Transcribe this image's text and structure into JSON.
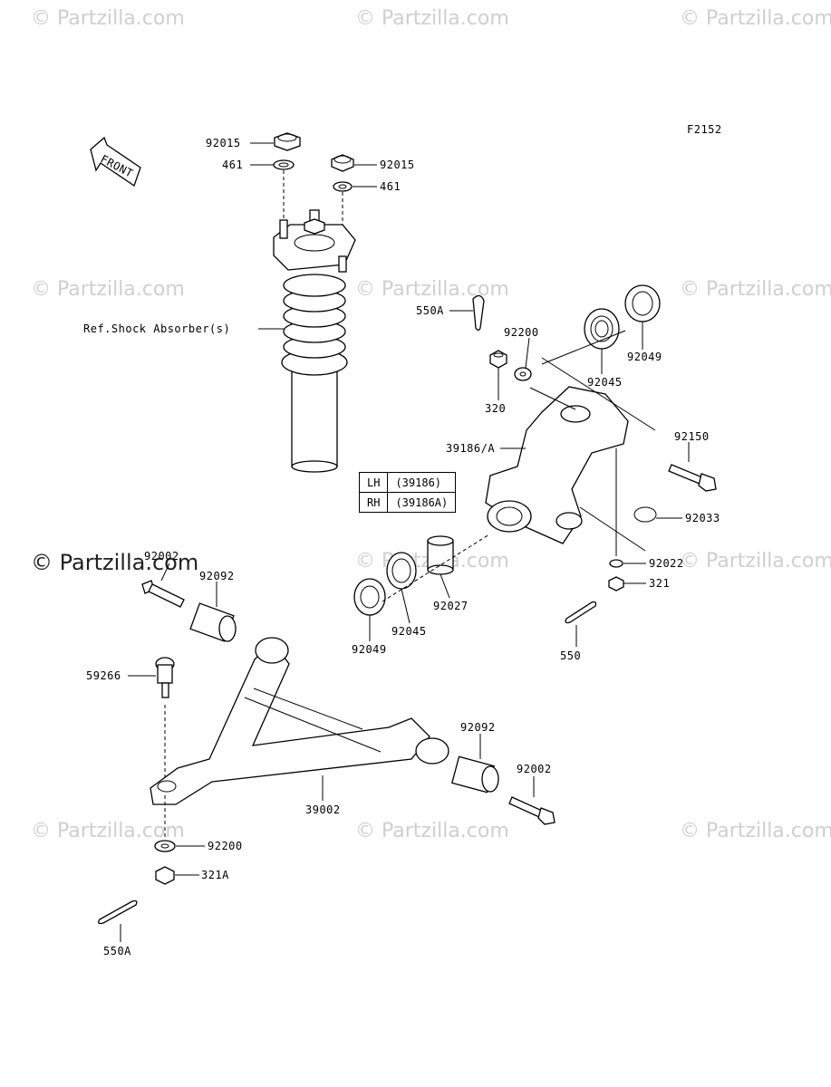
{
  "diagram_code": "F2152",
  "front_label": "FRONT",
  "ref_label": "Ref.Shock Absorber(s)",
  "watermark": "© Partzilla.com",
  "callouts": {
    "c92015_a": "92015",
    "c461_a": "461",
    "c92015_b": "92015",
    "c461_b": "461",
    "c550A_top": "550A",
    "c92200_top": "92200",
    "c320": "320",
    "c92045_top": "92045",
    "c92049_top": "92049",
    "c39186": "39186/A",
    "c92150": "92150",
    "c92033": "92033",
    "c92022": "92022",
    "c321": "321",
    "c550": "550",
    "c92027": "92027",
    "c92045_bot": "92045",
    "c92049_bot": "92049",
    "c92002_top": "92002",
    "c92092_top": "92092",
    "c59266": "59266",
    "c92092_bot": "92092",
    "c92002_bot": "92002",
    "c39002": "39002",
    "c92200_bot": "92200",
    "c321A": "321A",
    "c550A_bot": "550A"
  },
  "side_table": {
    "rows": [
      {
        "side": "LH",
        "part": "(39186)"
      },
      {
        "side": "RH",
        "part": "(39186A)"
      }
    ]
  }
}
